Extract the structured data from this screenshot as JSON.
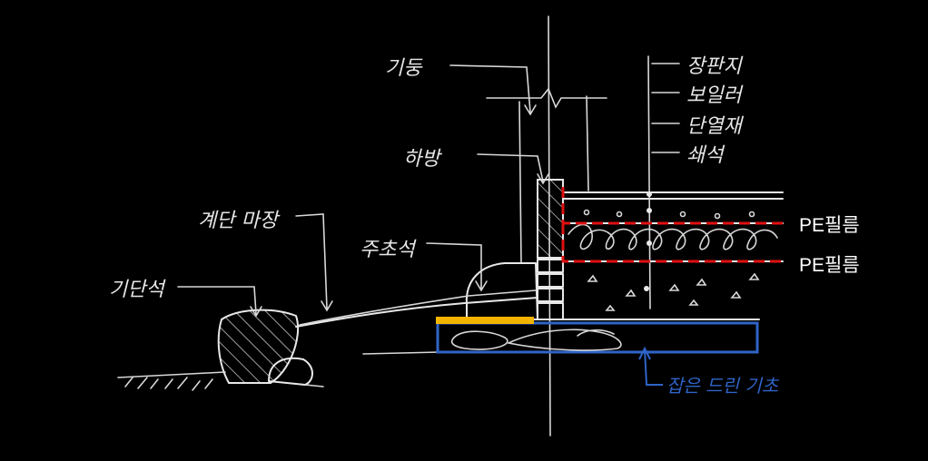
{
  "labels": {
    "column": "기둥",
    "sill": "하방",
    "stepped_stone_finish": "계단 마장",
    "pedestal_stone": "기단석",
    "foundation_stone": "주초석",
    "floor_board": "장판지",
    "boiler": "보일러",
    "insulation": "단열재",
    "gravel": "쇄석",
    "pe_film_upper": "PE필름",
    "pe_film_lower": "PE필름",
    "foundation_note": "잡은 드린 기초"
  },
  "colors": {
    "background": "#000000",
    "chalk": "#e8e8e8",
    "pe_film": "#e01010",
    "foundation": "#2f64c8",
    "sill_plate": "#f2b400"
  }
}
